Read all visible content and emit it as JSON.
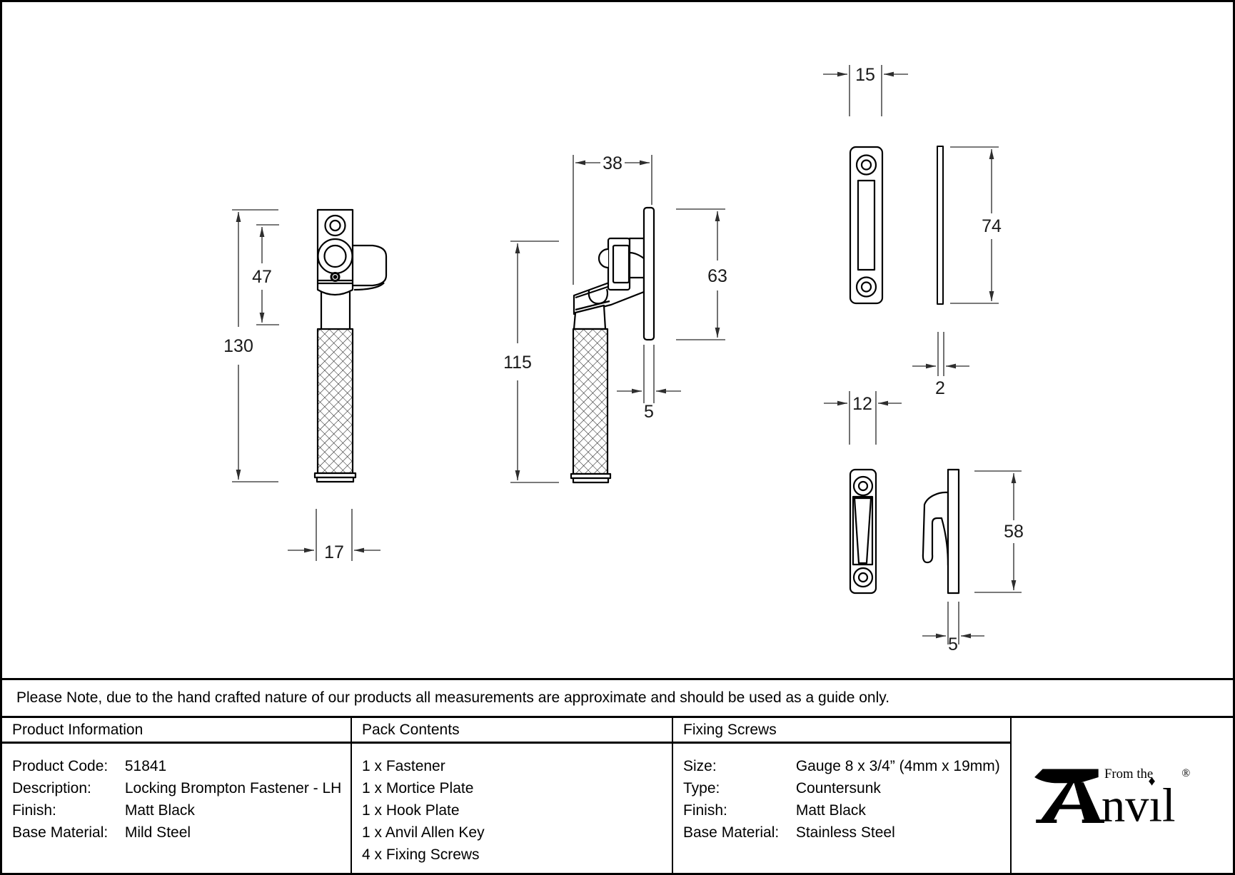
{
  "note": "Please Note, due to the hand crafted nature of our products all measurements are approximate and should be used as a guide only.",
  "drawings": {
    "fastener_front": {
      "overall_height_mm": "130",
      "keep_centres_mm": "47",
      "handle_width_mm": "17"
    },
    "fastener_side": {
      "projection_mm": "38",
      "body_height_mm": "115",
      "plate_height_mm": "63",
      "plate_thickness_mm": "5"
    },
    "mortice_plate": {
      "width_mm": "15",
      "height_mm": "74",
      "thickness_mm": "2"
    },
    "hook_plate": {
      "width_mm": "12",
      "height_mm": "58",
      "thickness_mm": "5"
    }
  },
  "tables": {
    "product_information": {
      "title": "Product Information",
      "rows": [
        {
          "label": "Product Code:",
          "value": "51841"
        },
        {
          "label": "Description:",
          "value": "Locking Brompton Fastener - LH"
        },
        {
          "label": "Finish:",
          "value": "Matt Black"
        },
        {
          "label": "Base Material:",
          "value": "Mild Steel"
        }
      ]
    },
    "pack_contents": {
      "title": "Pack Contents",
      "items": [
        "1 x Fastener",
        "1 x Mortice Plate",
        "1 x Hook Plate",
        "1 x Anvil Allen Key",
        "4 x Fixing Screws"
      ]
    },
    "fixing_screws": {
      "title": "Fixing Screws",
      "rows": [
        {
          "label": "Size:",
          "value": "Gauge 8 x 3/4” (4mm x 19mm)"
        },
        {
          "label": "Type:",
          "value": "Countersunk"
        },
        {
          "label": "Finish:",
          "value": "Matt Black"
        },
        {
          "label": "Base Material:",
          "value": "Stainless Steel"
        }
      ]
    }
  },
  "logo": {
    "tagline": "From the",
    "letters": "nvıl",
    "diamond": "♦",
    "registered": "®"
  }
}
